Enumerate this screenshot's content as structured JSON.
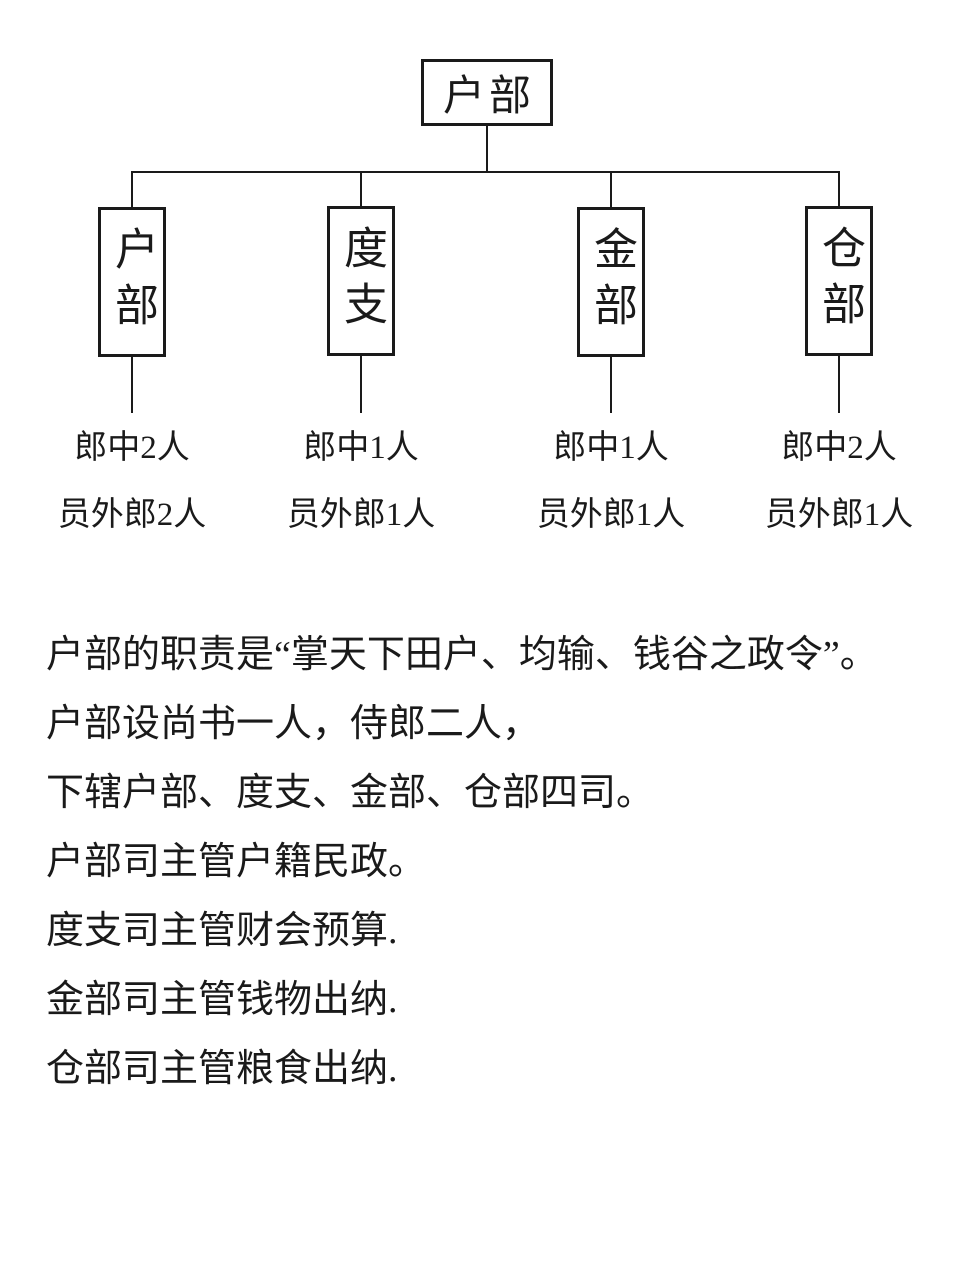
{
  "org_chart": {
    "root": {
      "label": "户部"
    },
    "departments": [
      {
        "label": "户部",
        "staff": [
          "郎中2人",
          "员外郎2人"
        ]
      },
      {
        "label": "度支",
        "staff": [
          "郎中1人",
          "员外郎1人"
        ]
      },
      {
        "label": "金部",
        "staff": [
          "郎中1人",
          "员外郎1人"
        ]
      },
      {
        "label": "仓部",
        "staff": [
          "郎中2人",
          "员外郎1人"
        ]
      }
    ]
  },
  "description": {
    "lines": [
      "户部的职责是“掌天下田户、均输、钱谷之政令”。",
      "户部设尚书一人，侍郎二人，",
      "下辖户部、度支、金部、仓部四司。",
      "户部司主管户籍民政。",
      "度支司主管财会预算.",
      "金部司主管钱物出纳.",
      "仓部司主管粮食出纳."
    ]
  },
  "colors": {
    "line": "#1a1a1a",
    "text": "#1a1a1a",
    "background": "#ffffff"
  }
}
